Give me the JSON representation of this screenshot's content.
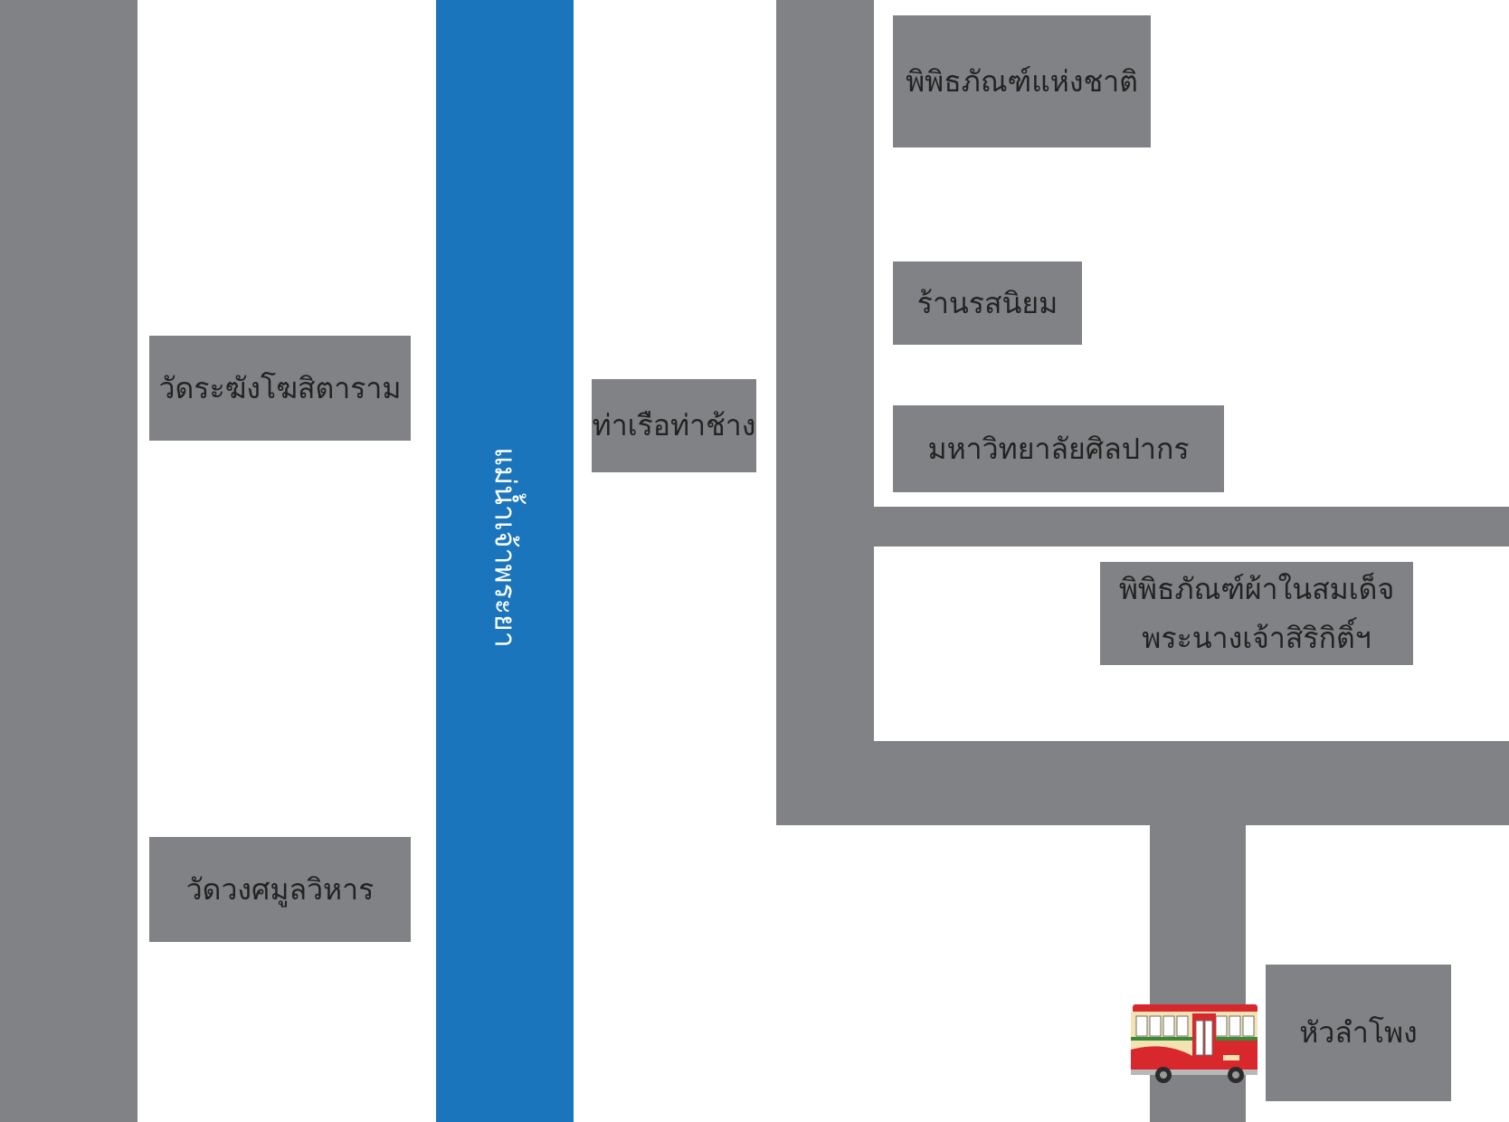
{
  "colors": {
    "road": "#818285",
    "river": "#1b75bc",
    "background": "#ffffff",
    "label_text": "#222222",
    "river_text": "#ffffff",
    "bus_red": "#d9272e",
    "bus_cream": "#f3e3b3"
  },
  "river": {
    "label": "แม่น้ำเจ้าพระยา"
  },
  "places": {
    "wat_rakhang": "วัดระฆังโฆสิตาราม",
    "wat_wongsamul": "วัดวงศมูลวิหาร",
    "tha_chang_pier": "ท่าเรือท่าช้าง",
    "national_museum": "พิพิธภัณฑ์แห่งชาติ",
    "ros_niyom_shop": "ร้านรสนิยม",
    "silpakorn_university": "มหาวิทยาลัยศิลปากร",
    "queen_sirikit_textile_museum": {
      "line1": "พิพิธภัณฑ์ผ้าในสมเด็จ",
      "line2": "พระนางเจ้าสิริกิติ์ฯ"
    },
    "hua_lamphong": "หัวลำโพง"
  },
  "icons": {
    "bus": "bus-icon"
  }
}
